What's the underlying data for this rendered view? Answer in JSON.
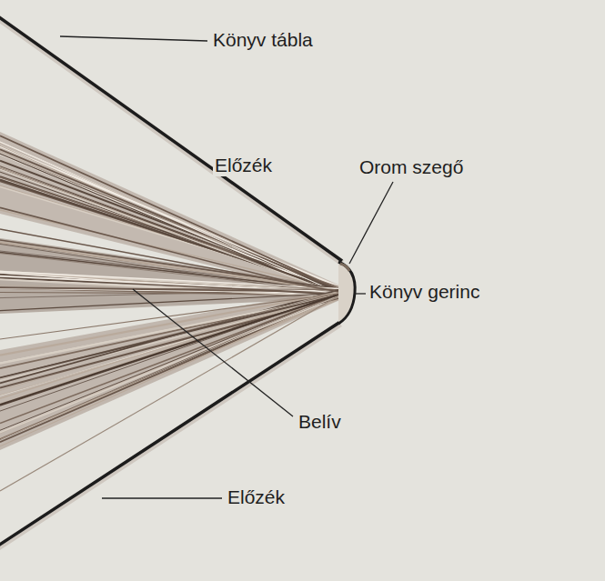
{
  "diagram": {
    "labels": [
      "Könyv tábla",
      "Előzék",
      "Orom szegő",
      "Könyv gerinc",
      "Belív",
      "Előzék"
    ]
  }
}
